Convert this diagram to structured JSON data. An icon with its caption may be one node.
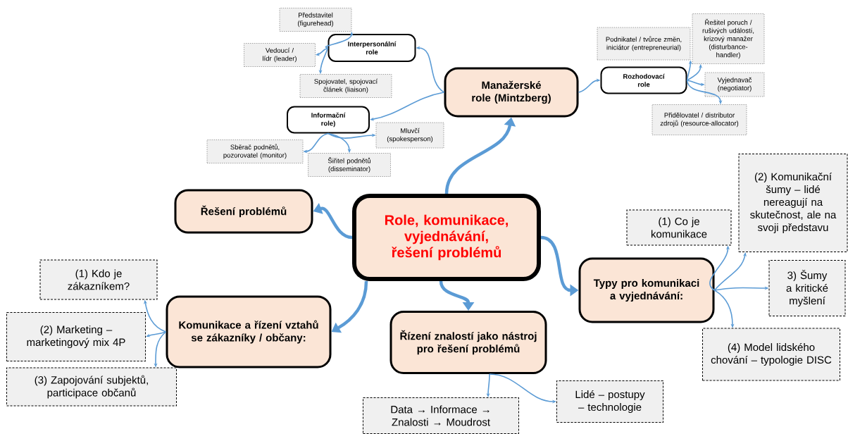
{
  "diagram": {
    "nodes": [
      {
        "text": [
          "Role, komunikace, vyjednávání, řešení problémů"
        ]
      },
      {
        "text": [
          "Manažerské role (Mintzberg)"
        ]
      },
      {
        "text": [
          "Interpersonální role"
        ]
      },
      {
        "text": [
          "Představitel (figurehead)"
        ]
      },
      {
        "text": [
          "Vedoucí / lídr (leader)"
        ]
      },
      {
        "text": [
          "Spojovatel, spojovací článek (liaison)"
        ]
      },
      {
        "text": [
          "Informační role)"
        ]
      },
      {
        "text": [
          "Sběrač podnětů, pozorovatel (monitor)"
        ]
      },
      {
        "text": [
          "Šiřitel podnětů (disseminator)"
        ]
      },
      {
        "text": [
          "Mluvčí (spokesperson)"
        ]
      },
      {
        "text": [
          "Rozhodovací role"
        ]
      },
      {
        "text": [
          "Podnikatel / tvůrce změn, iniciátor (entrepreneurial)"
        ]
      },
      {
        "text": [
          "Řešitel poruch / rušivých událostí, krizový manažer (disturbance-handler)"
        ]
      },
      {
        "text": [
          "Vyjednavač (negotiator)"
        ]
      },
      {
        "text": [
          "Přidělovatel / distributor zdrojů (resource-allocator)"
        ]
      },
      {
        "text": [
          "Řešení problémů"
        ]
      },
      {
        "text": [
          "Komunikace a řízení vztahů se zákazníky / občany:"
        ]
      },
      {
        "text": [
          "(1) Kdo je zákazníkem?"
        ]
      },
      {
        "text": [
          "(2) Marketing – marketingový mix 4P"
        ]
      },
      {
        "text": [
          "(3) Zapojování subjektů, participace občanů"
        ]
      },
      {
        "text": [
          "Řízení znalostí jako nástroj pro řešení problémů"
        ]
      },
      {
        "text": [
          "Data → Informace → Znalosti → Moudrost"
        ]
      },
      {
        "text": [
          "Lidé – postupy – technologie"
        ]
      },
      {
        "text": [
          "Typy pro komunikaci a vyjednávání:"
        ]
      },
      {
        "text": [
          "(1) Co je komunikace"
        ]
      },
      {
        "text": [
          "(2) Komunikační šumy – lidé nereagují na skutečnost, ale na svoji představu"
        ]
      },
      {
        "text": [
          "3) Šumy a kritické myšlení"
        ]
      },
      {
        "text": [
          "(4) Model lidského chování – typologie DISC"
        ]
      }
    ],
    "edges": [
      {
        "from": 0,
        "to": 1,
        "arrow": "to",
        "style": "thick"
      },
      {
        "from": 1,
        "to": 2,
        "arrow": "to"
      },
      {
        "from": 1,
        "to": 6,
        "arrow": "to"
      },
      {
        "from": 1,
        "to": 10,
        "arrow": "to"
      },
      {
        "from": 2,
        "to": 3,
        "arrow": "to"
      },
      {
        "from": 2,
        "to": 4,
        "arrow": "to"
      },
      {
        "from": 2,
        "to": 5,
        "arrow": "to"
      },
      {
        "from": 6,
        "to": 7,
        "arrow": "to"
      },
      {
        "from": 6,
        "to": 8,
        "arrow": "to"
      },
      {
        "from": 6,
        "to": 9,
        "arrow": "to"
      },
      {
        "from": 10,
        "to": 11,
        "arrow": "to"
      },
      {
        "from": 10,
        "to": 12,
        "arrow": "to"
      },
      {
        "from": 10,
        "to": 13,
        "arrow": "to"
      },
      {
        "from": 10,
        "to": 14,
        "arrow": "to"
      },
      {
        "from": 0,
        "to": 15,
        "arrow": "to",
        "style": "thick"
      },
      {
        "from": 0,
        "to": 16,
        "arrow": "to",
        "style": "thick"
      },
      {
        "from": 16,
        "to": 17,
        "arrow": "to"
      },
      {
        "from": 16,
        "to": 18,
        "arrow": "to"
      },
      {
        "from": 16,
        "to": 19,
        "arrow": "to"
      },
      {
        "from": 0,
        "to": 20,
        "arrow": "to",
        "style": "thick"
      },
      {
        "from": 20,
        "to": 21,
        "arrow": "to"
      },
      {
        "from": 20,
        "to": 22,
        "arrow": "to"
      },
      {
        "from": 0,
        "to": 23,
        "arrow": "to",
        "style": "thick"
      },
      {
        "from": 23,
        "to": 24,
        "arrow": "to"
      },
      {
        "from": 23,
        "to": 25,
        "arrow": "to"
      },
      {
        "from": 23,
        "to": 26,
        "arrow": "to"
      },
      {
        "from": 23,
        "to": 27,
        "arrow": "to"
      }
    ]
  }
}
